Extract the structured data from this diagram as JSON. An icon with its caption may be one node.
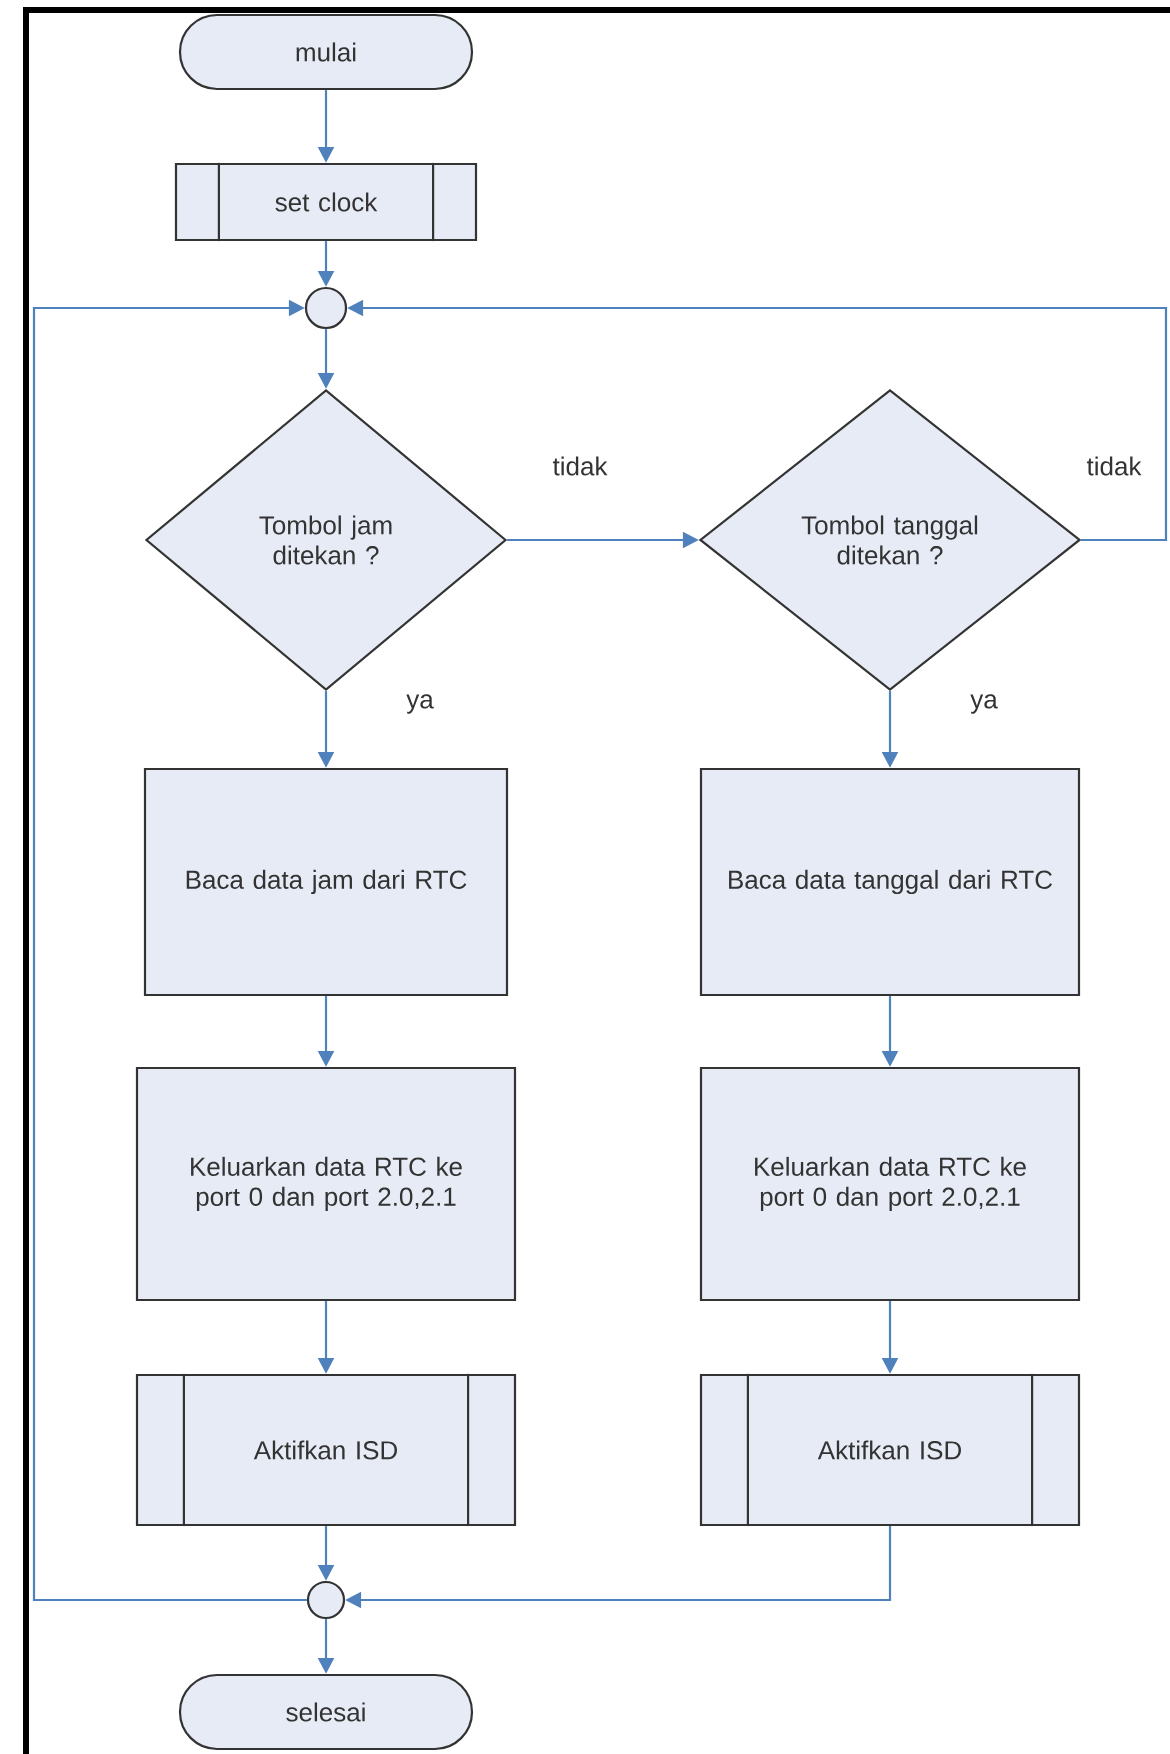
{
  "diagram": {
    "nodes": [
      {
        "text": [
          "mulai"
        ]
      },
      {
        "text": [
          "set clock"
        ]
      },
      {
        "text": [],
        "shape": "circle"
      },
      {
        "text": [
          "Tombol jam ditekan ?"
        ]
      },
      {
        "text": [
          "Tombol tanggal ditekan ?"
        ]
      },
      {
        "text": [
          "Baca data jam dari RTC"
        ]
      },
      {
        "text": [
          "Baca data tanggal dari RTC"
        ]
      },
      {
        "text": [
          "Keluarkan data RTC ke port 0 dan port 2.0,2.1"
        ]
      },
      {
        "text": [
          "Keluarkan data RTC ke port 0 dan port 2.0,2.1"
        ]
      },
      {
        "text": [
          "Aktifkan ISD"
        ]
      },
      {
        "text": [
          "Aktifkan ISD"
        ]
      },
      {
        "text": [],
        "shape": "circle"
      },
      {
        "text": [
          "selesai"
        ]
      }
    ],
    "edges": [
      {
        "from": 0,
        "to": 1,
        "arrow": "to"
      },
      {
        "from": 1,
        "to": 2,
        "arrow": "to"
      },
      {
        "from": 2,
        "to": 3,
        "arrow": "to"
      },
      {
        "from": 3,
        "to": 4,
        "arrow": "to",
        "label": "tidak"
      },
      {
        "from": 4,
        "to": 2,
        "arrow": "to",
        "label": "tidak"
      },
      {
        "from": 3,
        "to": 5,
        "arrow": "to",
        "label": "ya"
      },
      {
        "from": 4,
        "to": 6,
        "arrow": "to",
        "label": "ya"
      },
      {
        "from": 5,
        "to": 7,
        "arrow": "to"
      },
      {
        "from": 6,
        "to": 8,
        "arrow": "to"
      },
      {
        "from": 7,
        "to": 9,
        "arrow": "to"
      },
      {
        "from": 8,
        "to": 10,
        "arrow": "to"
      },
      {
        "from": 9,
        "to": 11,
        "arrow": "to"
      },
      {
        "from": 10,
        "to": 11,
        "arrow": "to"
      },
      {
        "from": 11,
        "to": 12,
        "arrow": "to"
      },
      {
        "from": 11,
        "to": 2,
        "arrow": "to"
      }
    ]
  }
}
